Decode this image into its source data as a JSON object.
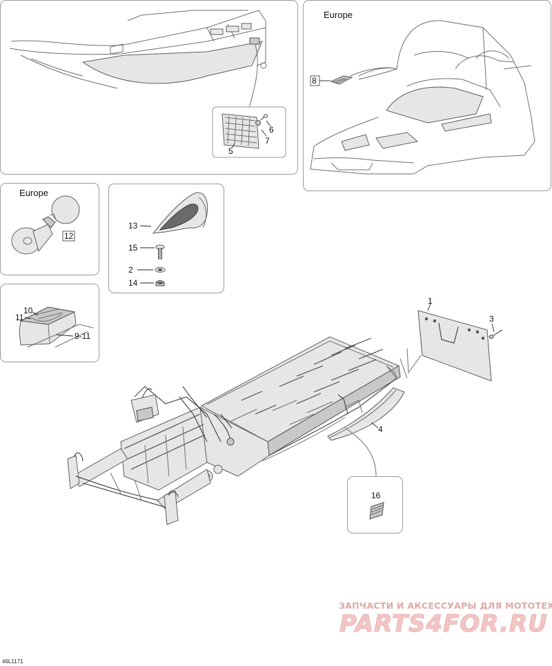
{
  "regions": {
    "europe_top": "Europe",
    "europe_left": "Europe"
  },
  "callouts": {
    "c1": "1",
    "c2": "2",
    "c3": "3",
    "c4": "4",
    "c5": "5",
    "c6": "6",
    "c7": "7",
    "c8": "8",
    "c9_11": "9-11",
    "c10": "10",
    "c11": "11",
    "c12": "12",
    "c13": "13",
    "c14": "14",
    "c15": "15",
    "c16": "16"
  },
  "watermark": {
    "tagline": "ЗАПЧАСТИ И АКСЕССУАРЫ ДЛЯ МОТОТЕХНИКИ",
    "logo": "PARTS4FOR.RU"
  },
  "diagram_code": "46L1171",
  "colors": {
    "panel_border": "#9a9a9a",
    "line": "#6e6e6e",
    "watermark": "#e0a8a8"
  }
}
